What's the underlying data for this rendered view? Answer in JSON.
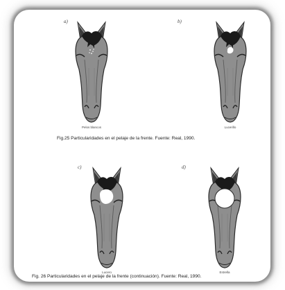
{
  "figures": [
    {
      "caption": "Fig.25 Particularidades en el pelaje de la frente. Fuente: Real, 1990.",
      "panels": [
        {
          "letter": "a)",
          "label": "Pelos blancos"
        },
        {
          "letter": "b)",
          "label": "Lucerillo"
        }
      ]
    },
    {
      "caption": "Fig. 26 Particularidades en el pelaje de la frente (continuación). Fuente: Real, 1990.",
      "panels": [
        {
          "letter": "c)",
          "label": "Lucero"
        },
        {
          "letter": "d)",
          "label": "Estrella"
        }
      ]
    }
  ],
  "colors": {
    "coat": "#8e8e8e",
    "mane": "#1a1a1a",
    "marking": "#ffffff",
    "outline": "#2a2a2a"
  }
}
